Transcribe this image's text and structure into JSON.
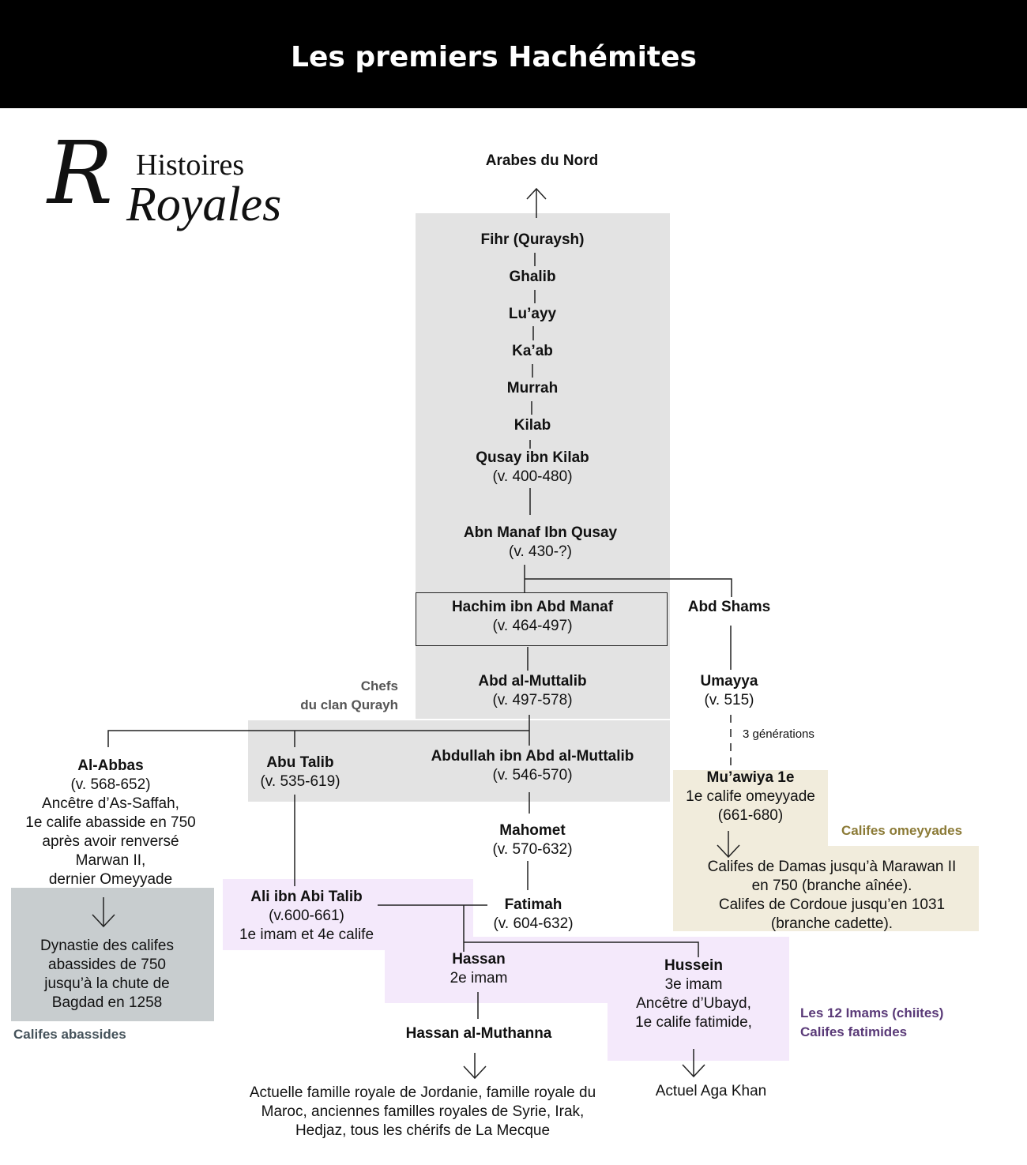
{
  "title": "Les premiers Hachémites",
  "logo": {
    "line1": "Histoires",
    "line2": "Royales",
    "initial": "R"
  },
  "top_label": "Arabes du Nord",
  "people": {
    "fihr": "Fihr (Quraysh)",
    "ghalib": "Ghalib",
    "luayy": "Lu’ayy",
    "kaab": "Ka’ab",
    "murrah": "Murrah",
    "kilab": "Kilab",
    "qusay": {
      "name": "Qusay ibn Kilab",
      "dates": "(v. 400-480)"
    },
    "abn_manaf": {
      "name": "Abn Manaf Ibn Qusay",
      "dates": "(v. 430-?)"
    },
    "hachim": {
      "name": "Hachim ibn Abd Manaf",
      "dates": "(v. 464-497)"
    },
    "abd_shams": "Abd Shams",
    "abd_muttalib": {
      "name": "Abd al-Muttalib",
      "dates": "(v. 497-578)"
    },
    "umayya": {
      "name": "Umayya",
      "dates": "(v. 515)"
    },
    "al_abbas": {
      "name": "Al-Abbas",
      "l1": "(v. 568-652)",
      "l2": "Ancêtre d’As-Saffah,",
      "l3": "1e calife abasside en 750",
      "l4": "après avoir renversé",
      "l5": "Marwan II,",
      "l6": "dernier Omeyyade"
    },
    "abu_talib": {
      "name": "Abu Talib",
      "dates": "(v. 535-619)"
    },
    "abdullah": {
      "name": "Abdullah ibn Abd al-Muttalib",
      "dates": "(v. 546-570)"
    },
    "muawiya": {
      "name": "Mu’awiya 1e",
      "l1": "1e calife omeyyade",
      "l2": "(661-680)"
    },
    "mahomet": {
      "name": "Mahomet",
      "dates": "(v. 570-632)"
    },
    "ali": {
      "name": "Ali ibn Abi Talib",
      "l1": "(v.600-661)",
      "l2": "1e imam et 4e calife"
    },
    "fatimah": {
      "name": "Fatimah",
      "dates": "(v. 604-632)"
    },
    "hassan": {
      "name": "Hassan",
      "l1": "2e imam"
    },
    "hussein": {
      "name": "Hussein",
      "l1": "3e imam",
      "l2": "Ancêtre d’Ubayd,",
      "l3": "1e calife fatimide,"
    },
    "hassan_muthanna": "Hassan al-Muthanna"
  },
  "notes": {
    "chefs1": "Chefs",
    "chefs2": "du clan Qurayh",
    "generations": "3 générations",
    "califes_omeyyades": "Califes omeyyades",
    "califes_abassides": "Califes abassides",
    "imams1": "Les 12 Imams (chiites)",
    "imams2": "Califes fatimides"
  },
  "outcomes": {
    "abbasid": [
      "Dynastie des califes",
      "abassides de 750",
      "jusqu’à la chute de",
      "Bagdad en 1258"
    ],
    "umayyad": [
      "Califes de Damas jusqu’à Marawan II",
      "en 750 (branche aînée).",
      "Califes de Cordoue jusqu’en 1031",
      "(branche cadette)."
    ],
    "jordan": [
      "Actuelle famille royale de Jordanie, famille royale du",
      "Maroc, anciennes familles royales de Syrie, Irak,",
      "Hedjaz, tous les chérifs de La Mecque"
    ],
    "aga_khan": "Actuel Aga Khan"
  },
  "colors": {
    "chefs_gray": "#e3e3e3",
    "imams_lilac": "#f4e9fb",
    "umayyad_beige": "#f1ecdc",
    "abbasid_slate": "#c8cdcf",
    "umayyad_text": "#8b7a36",
    "imams_text": "#5a3a78",
    "abbasid_text": "#44525a",
    "chefs_text": "#555555"
  }
}
